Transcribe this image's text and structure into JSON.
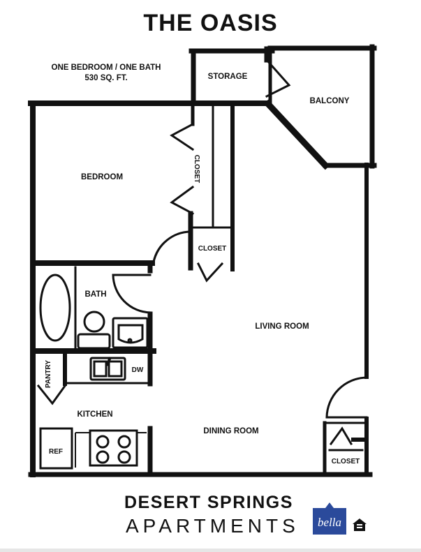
{
  "title": "THE OASIS",
  "subtitle": {
    "line1": "ONE BEDROOM / ONE BATH",
    "line2": "530 SQ. FT."
  },
  "rooms": {
    "storage": "STORAGE",
    "balcony": "BALCONY",
    "bedroom": "BEDROOM",
    "closet_vertical": "CLOSET",
    "closet_hall": "CLOSET",
    "bath": "BATH",
    "living_room": "LIVING ROOM",
    "pantry": "PANTRY",
    "dw": "DW",
    "kitchen": "KITCHEN",
    "ref": "REF",
    "dining_room": "DINING ROOM",
    "closet_corner": "CLOSET"
  },
  "brand": {
    "line1": "DESERT SPRINGS",
    "line2": "APARTMENTS",
    "logo_text": "bella"
  },
  "colors": {
    "ink": "#111111",
    "logo_blue": "#2b4a9b"
  }
}
